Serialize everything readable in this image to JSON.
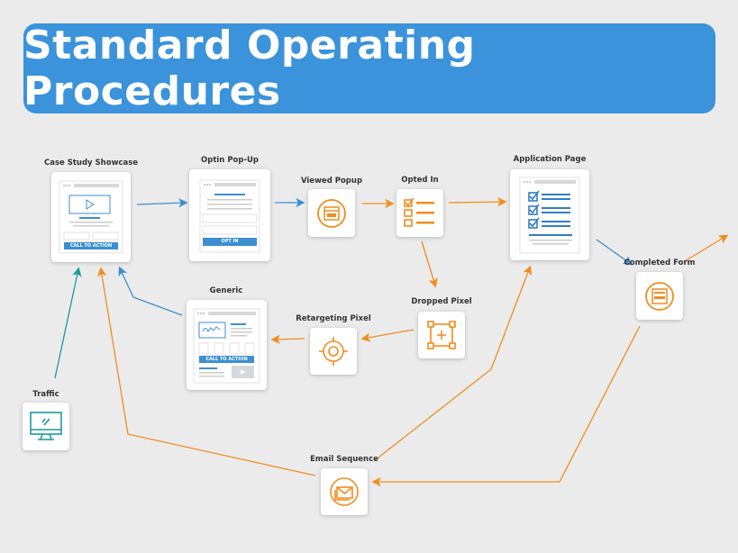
{
  "title": "Standard Operating Procedures",
  "colors": {
    "header": "#3a93db",
    "orange": "#f28c1e",
    "blue": "#3b8fd0",
    "teal": "#1a9a9e",
    "background": "#ebebeb"
  },
  "nodes": {
    "case_study": {
      "label": "Case Study Showcase",
      "button": "CALL TO ACTION",
      "icon": "landing-page-video-icon"
    },
    "optin_popup": {
      "label": "Optin Pop-Up",
      "button": "OPT IN",
      "icon": "optin-form-icon"
    },
    "viewed_popup": {
      "label": "Viewed Popup",
      "icon": "popup-window-icon"
    },
    "opted_in": {
      "label": "Opted In",
      "icon": "checklist-icon"
    },
    "application_page": {
      "label": "Application Page",
      "icon": "checklist-page-icon"
    },
    "completed_form": {
      "label": "Completed Form",
      "icon": "form-icon"
    },
    "dropped_pixel": {
      "label": "Dropped Pixel",
      "icon": "pixel-select-icon"
    },
    "retargeting_pixel": {
      "label": "Retargeting Pixel",
      "icon": "target-icon"
    },
    "generic": {
      "label": "Generic",
      "button": "CALL TO ACTION",
      "icon": "generic-page-icon"
    },
    "traffic": {
      "label": "Traffic",
      "icon": "monitor-icon"
    },
    "email_sequence": {
      "label": "Email Sequence",
      "icon": "email-icon"
    }
  }
}
